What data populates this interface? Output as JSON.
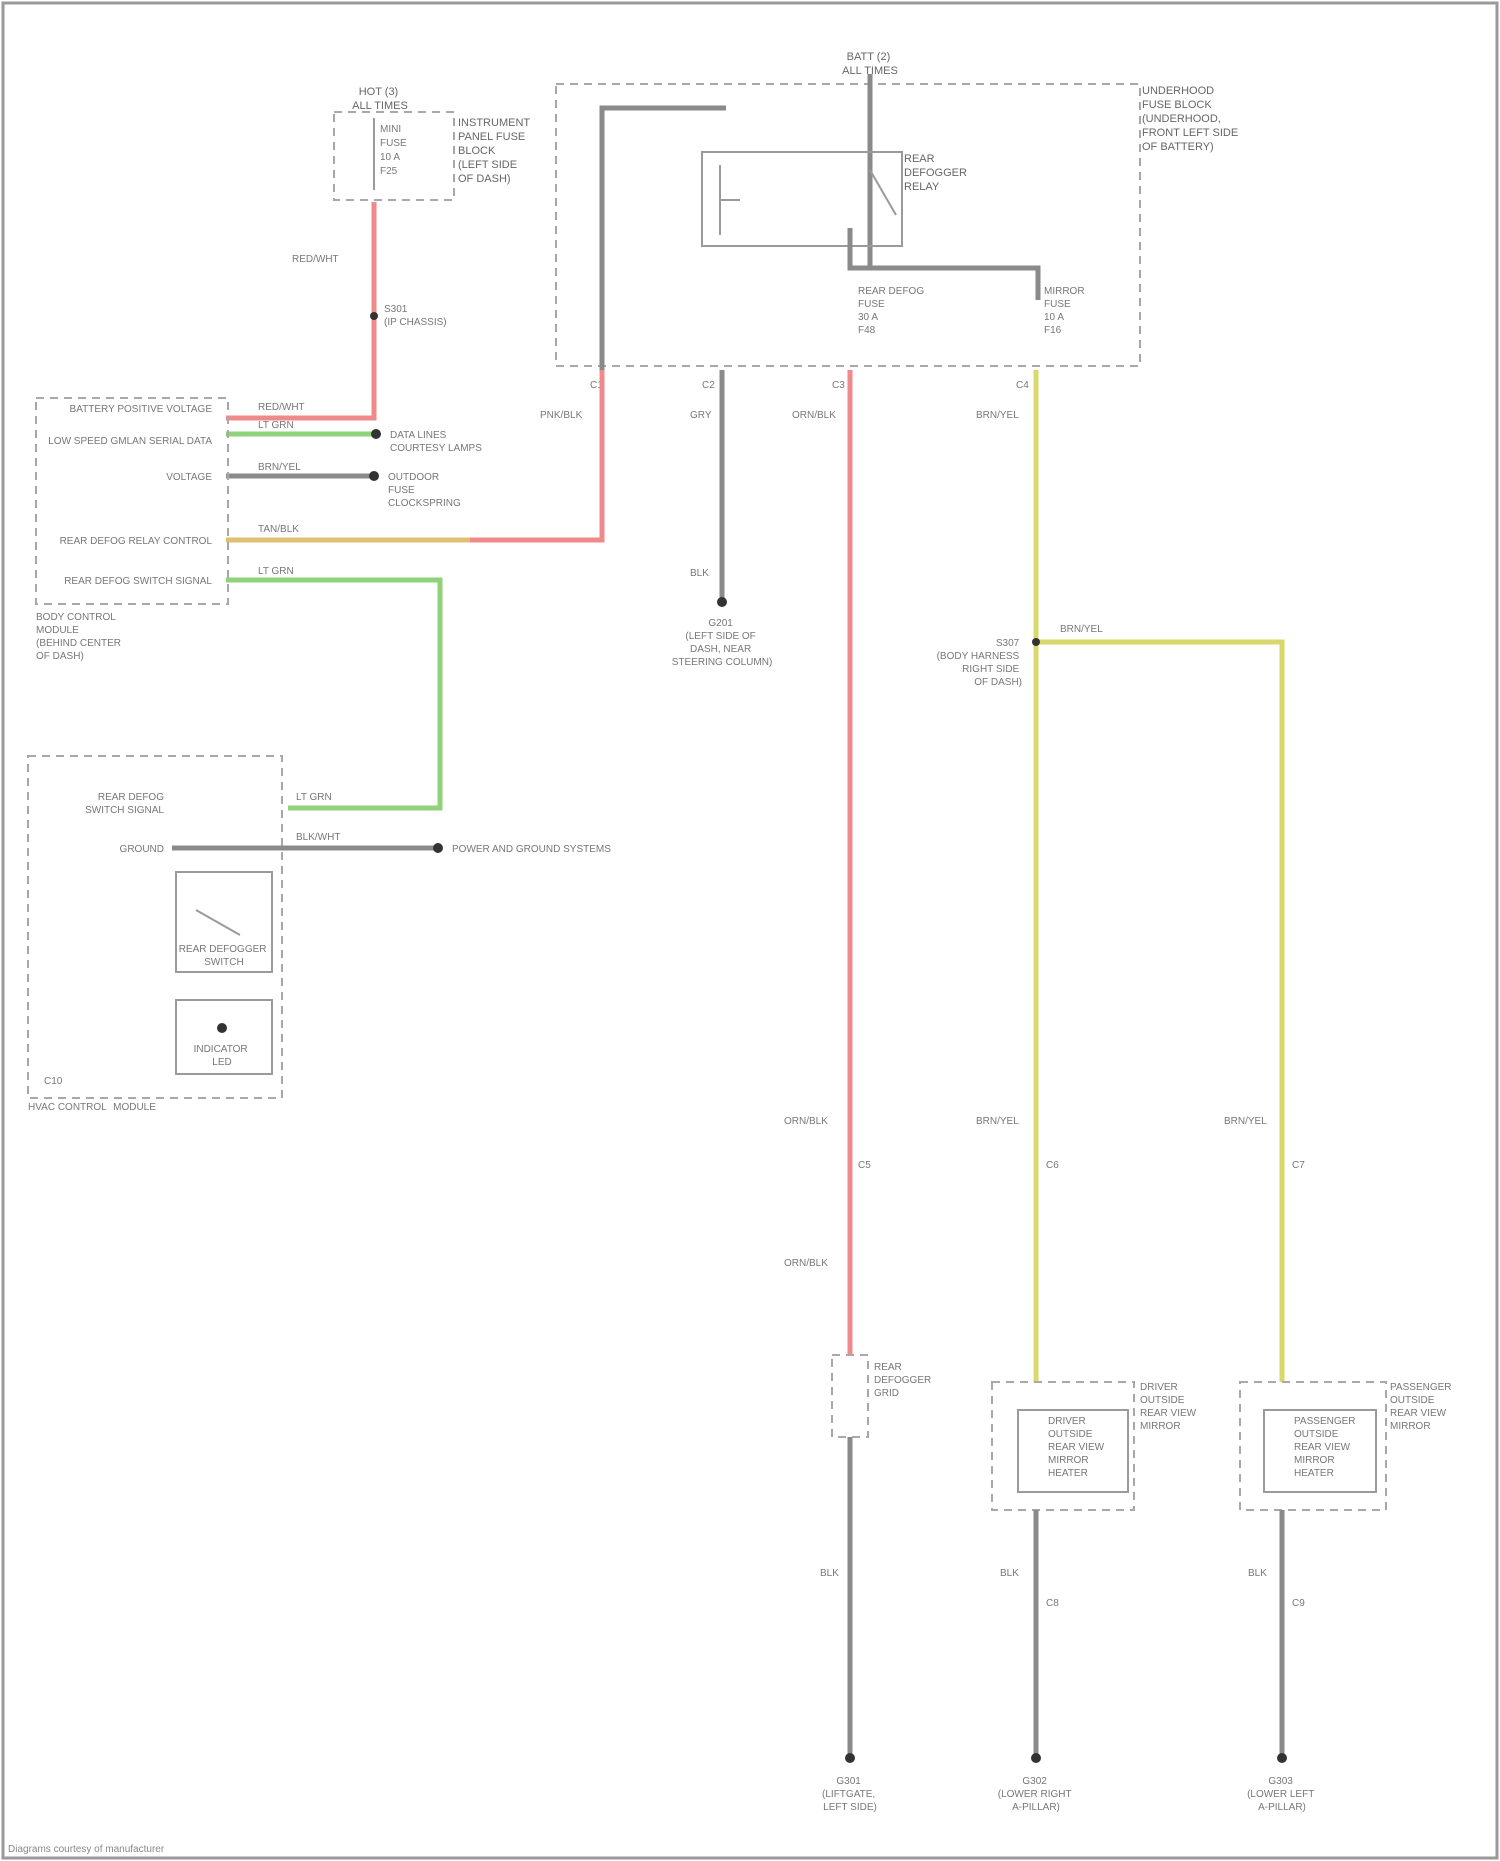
{
  "diagram": {
    "power_label_top": [
      "BATT (2)",
      "ALL TIMES"
    ],
    "power_label_left": [
      "HOT (3)",
      "ALL TIMES"
    ],
    "fuse_block_label": [
      "UNDERHOOD",
      "FUSE BLOCK",
      "(UNDERHOOD,",
      "FRONT LEFT SIDE",
      "OF BATTERY)"
    ],
    "ip_fuse_label": [
      "INSTRUMENT",
      "PANEL FUSE",
      "BLOCK",
      "(LEFT SIDE",
      "OF DASH)"
    ],
    "ip_fuse_text": [
      "MINI",
      "FUSE",
      "10 A",
      "F25"
    ],
    "relay_label": [
      "REAR",
      "DEFOGGER",
      "RELAY"
    ],
    "fuse_rear_label": [
      "REAR DEFOG",
      "FUSE",
      "30 A",
      "F48"
    ],
    "fuse_mirror_label": [
      "MIRROR",
      "FUSE",
      "10 A",
      "F16"
    ],
    "splice_s301": [
      "S301",
      "(IP CHASSIS)"
    ],
    "bcm_pins": [
      "BATTERY POSITIVE VOLTAGE",
      "LOW SPEED GMLAN SERIAL DATA",
      "VOLTAGE",
      "REAR DEFOG RELAY CONTROL",
      "REAR DEFOG SWITCH SIGNAL"
    ],
    "bcm_label": [
      "BODY CONTROL",
      "MODULE",
      "(BEHIND CENTER",
      "OF DASH)"
    ],
    "bcm_refs": [
      "DATA LINES",
      "COURTESY LAMPS",
      "OUTDOOR",
      "FUSE",
      "CLOCKSPRING"
    ],
    "ground_g201": [
      "G201",
      "(LEFT SIDE OF",
      "DASH, NEAR",
      "STEERING COLUMN)"
    ],
    "splice_s307": [
      "S307",
      "(BODY HARNESS",
      "RIGHT SIDE",
      "OF DASH)"
    ],
    "hvac_label": [
      "HVAC CONTROL",
      "MODULE"
    ],
    "hvac_pins": [
      "REAR DEFOG",
      "SWITCH SIGNAL",
      "GROUND"
    ],
    "hvac_switch": [
      "REAR DEFOGGER",
      "SWITCH",
      "INDICATOR",
      "LED"
    ],
    "hvac_ref": "POWER AND GROUND SYSTEMS",
    "rear_grid_label": [
      "REAR",
      "DEFOGGER",
      "GRID"
    ],
    "driver_mirror": [
      "DRIVER",
      "OUTSIDE",
      "REAR VIEW",
      "MIRROR"
    ],
    "driver_heater": [
      "DRIVER",
      "OUTSIDE",
      "REAR VIEW",
      "MIRROR",
      "HEATER"
    ],
    "pass_mirror": [
      "PASSENGER",
      "OUTSIDE",
      "REAR VIEW",
      "MIRROR"
    ],
    "pass_heater": [
      "PASSENGER",
      "OUTSIDE",
      "REAR VIEW",
      "MIRROR",
      "HEATER"
    ],
    "ground_g301": [
      "G301",
      "(LIFTGATE,",
      "LEFT SIDE)"
    ],
    "ground_g302": [
      "G302",
      "(LOWER RIGHT",
      "A-PILLAR)"
    ],
    "ground_g303": [
      "G303",
      "(LOWER LEFT",
      "A-PILLAR)"
    ],
    "connectors": [
      "C1",
      "C2",
      "C3",
      "C4",
      "C5",
      "C6",
      "C7",
      "C8",
      "C9",
      "C10"
    ],
    "wire_labels": [
      "RED/WHT",
      "PNK/BLK",
      "GRY",
      "BLK",
      "ORN/BLK",
      "BRN/YEL",
      "BLK/WHT",
      "LT GRN",
      "TAN/BLK"
    ],
    "footer": "Diagrams courtesy of manufacturer"
  }
}
